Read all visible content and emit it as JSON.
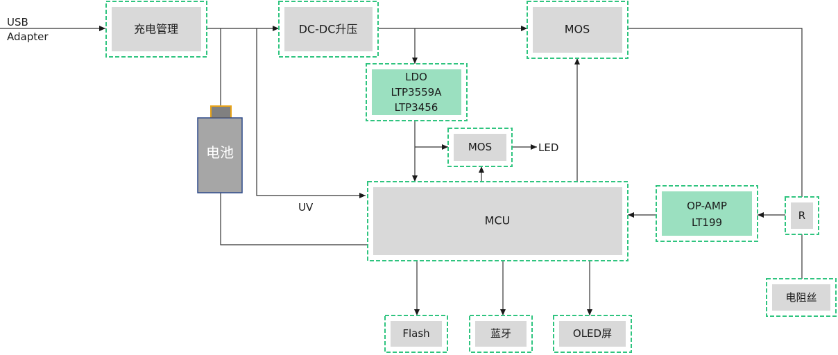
{
  "colors": {
    "frame": "#2fc47f",
    "box_gray": "#d9d9d9",
    "box_green": "#9be0c0",
    "battery_body": "#a6a6a6",
    "battery_border": "#2f4a8a",
    "battery_cap": "#808080",
    "battery_cap_border": "#e8a317",
    "wire": "#333333"
  },
  "labels": {
    "usb": "USB",
    "adapter": "Adapter",
    "uv": "UV",
    "led": "LED"
  },
  "nodes": {
    "charge_mgmt": "充电管理",
    "dcdc": "DC-DC升压",
    "mos_top": "MOS",
    "ldo": [
      "LDO",
      "LTP3559A",
      "LTP3456"
    ],
    "mos_led": "MOS",
    "battery": "电池",
    "mcu": "MCU",
    "opamp": [
      "OP-AMP",
      "LT199"
    ],
    "resistor": "R",
    "heater": "电阻丝",
    "flash": "Flash",
    "bluetooth": "蓝牙",
    "oled": "OLED屏"
  }
}
